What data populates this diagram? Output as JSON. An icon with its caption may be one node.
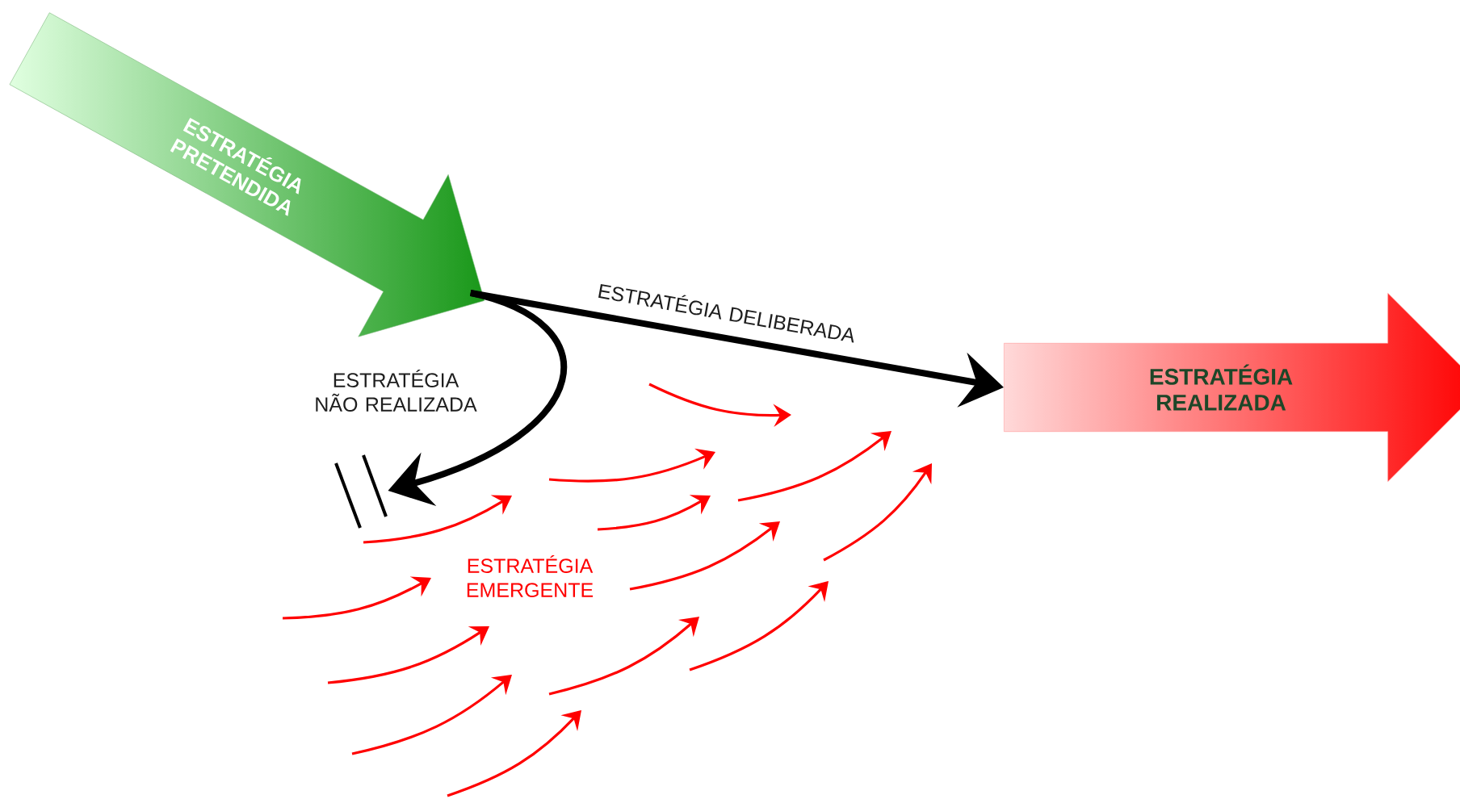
{
  "diagram": {
    "nodes": [
      {
        "text": [
          "ESTRATÉGIA PRETENDIDA"
        ]
      },
      {
        "text": [
          "ESTRATÉGIA REALIZADA"
        ]
      },
      {
        "text": [],
        "shape": "bar"
      }
    ],
    "edges": [
      {
        "from": 0,
        "to": 1,
        "arrow": "to",
        "label": "ESTRATÉGIA DELIBERADA"
      },
      {
        "from": 0,
        "to": 2,
        "arrow": "to",
        "label": "ESTRATÉGIA NÃO REALIZADA"
      }
    ],
    "labels": [
      "ESTRATÉGIA EMERGENTE"
    ]
  }
}
